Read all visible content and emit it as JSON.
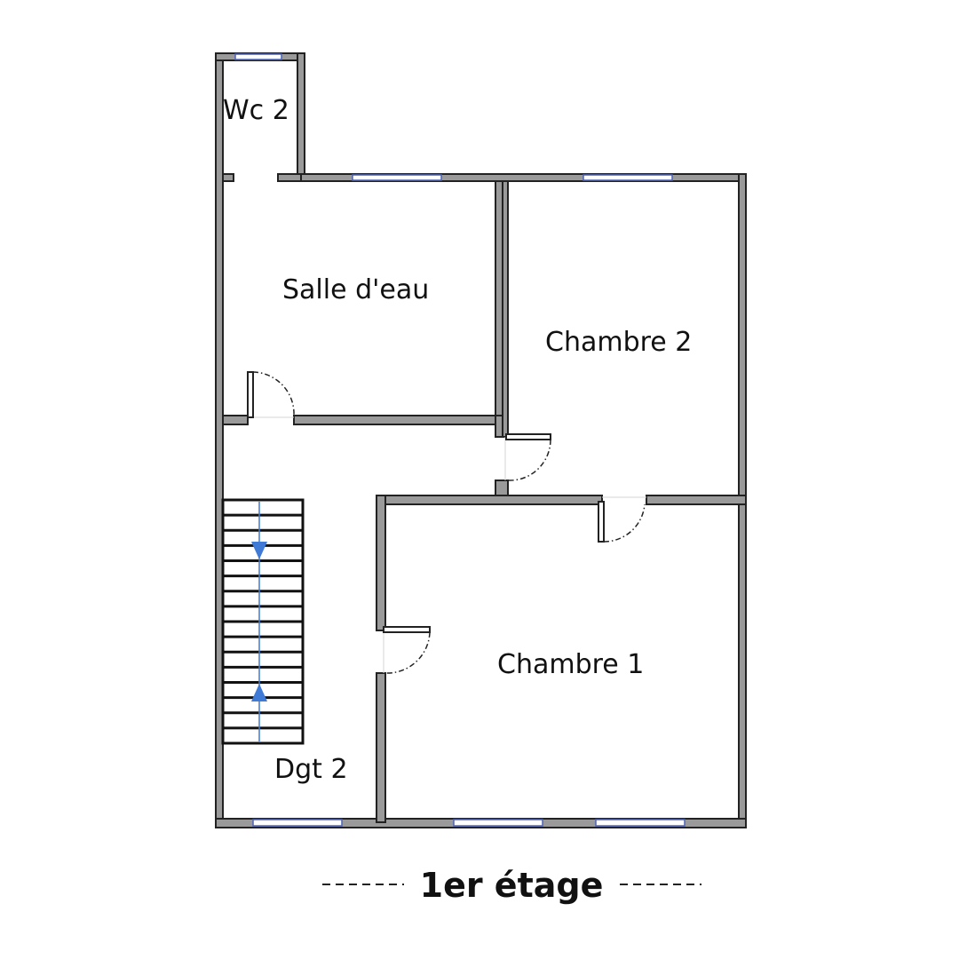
{
  "plan": {
    "floor_title": "1er étage",
    "rooms": {
      "wc2": "Wc 2",
      "salle_eau": "Salle d'eau",
      "chambre2": "Chambre 2",
      "chambre1": "Chambre 1",
      "dgt2": "Dgt 2"
    },
    "colors": {
      "wall_fill": "#9a9a9a",
      "wall_outline": "#222222",
      "window": "#4c62b8",
      "stair_arrow": "#3f7ad6"
    }
  }
}
